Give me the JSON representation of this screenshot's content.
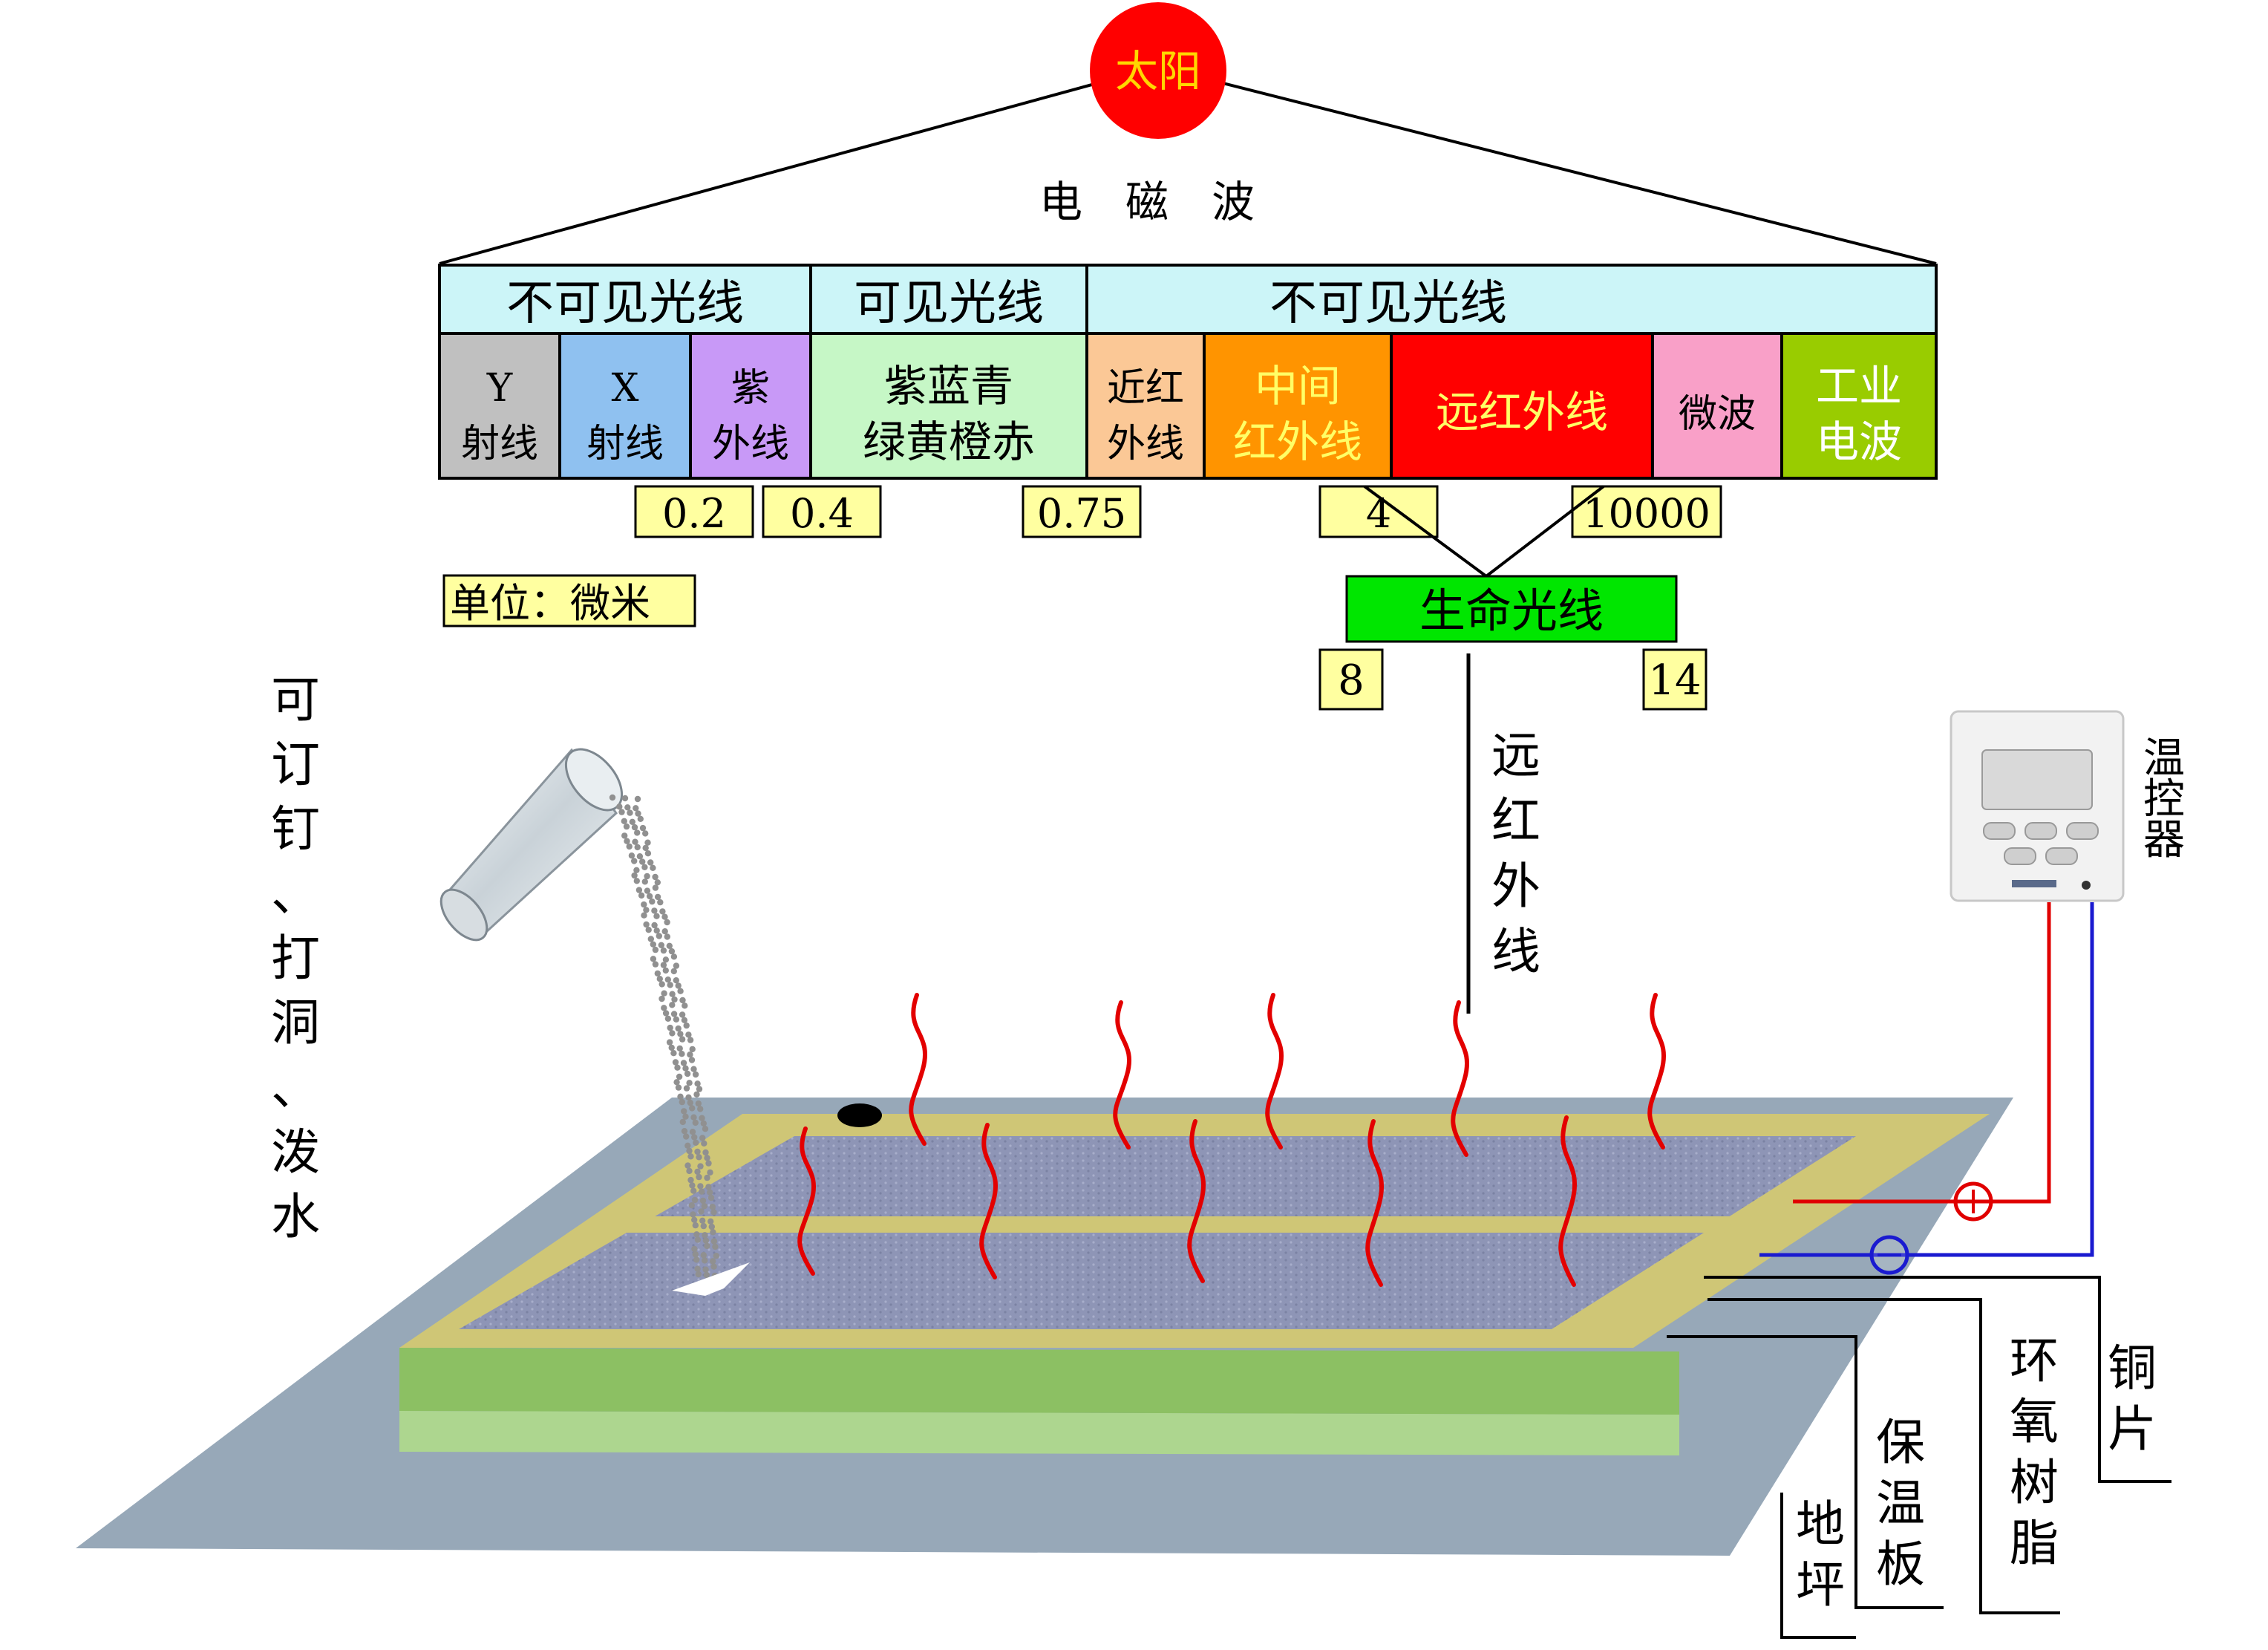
{
  "sun": {
    "label": "太阳",
    "fill": "#ff0000",
    "text_color": "#ffd700"
  },
  "wave_title": "电　磁　波",
  "spectrum": {
    "groups": [
      {
        "label": "不可见光线"
      },
      {
        "label": "可见光线"
      },
      {
        "label": "不可见光线"
      }
    ],
    "group_fill": "#ccf5f8",
    "bands": [
      {
        "line1": "Y",
        "line2": "射线",
        "color": "#c0c0c0"
      },
      {
        "line1": "X",
        "line2": "射线",
        "color": "#8fc1f0"
      },
      {
        "line1": "紫",
        "line2": "外线",
        "color": "#c899f7"
      },
      {
        "line1": "紫蓝青",
        "line2": "绿黄橙赤",
        "color": "#c6f7c6"
      },
      {
        "line1": "近红",
        "line2": "外线",
        "color": "#fbc896"
      },
      {
        "line1": "中间",
        "line2": "红外线",
        "color": "#ff9400"
      },
      {
        "line1": "远红外线",
        "line2": "",
        "color": "#ff0000"
      },
      {
        "line1": "微波",
        "line2": "",
        "color": "#f9a0c8"
      },
      {
        "line1": "工业",
        "line2": "电波",
        "color": "#99cc00"
      }
    ],
    "boundaries": [
      "0.2",
      "0.4",
      "0.75",
      "4",
      "10000"
    ],
    "label_fill": "#ffffa0"
  },
  "unit_label": "单位：微米",
  "life_rays": {
    "label": "生命光线",
    "fill": "#00e600",
    "min": "8",
    "max": "14"
  },
  "far_ir_label": "远红外线",
  "left_caption": "可订钉、打洞、泼水",
  "thermostat": {
    "label": "温控器"
  },
  "layers": {
    "copper": "铜片",
    "epoxy": "环氧树脂",
    "insulation": "保温板",
    "floor": "地坪"
  },
  "colors": {
    "floor": "#97a8b8",
    "insulation": "#8cc063",
    "insulation_edge": "#add68f",
    "epoxy_frame": "#cfc676",
    "heating_film": "#8e95b6",
    "heat_wave": "#e30000",
    "positive_wire": "#e00000",
    "negative_wire": "#1a1ad0"
  }
}
